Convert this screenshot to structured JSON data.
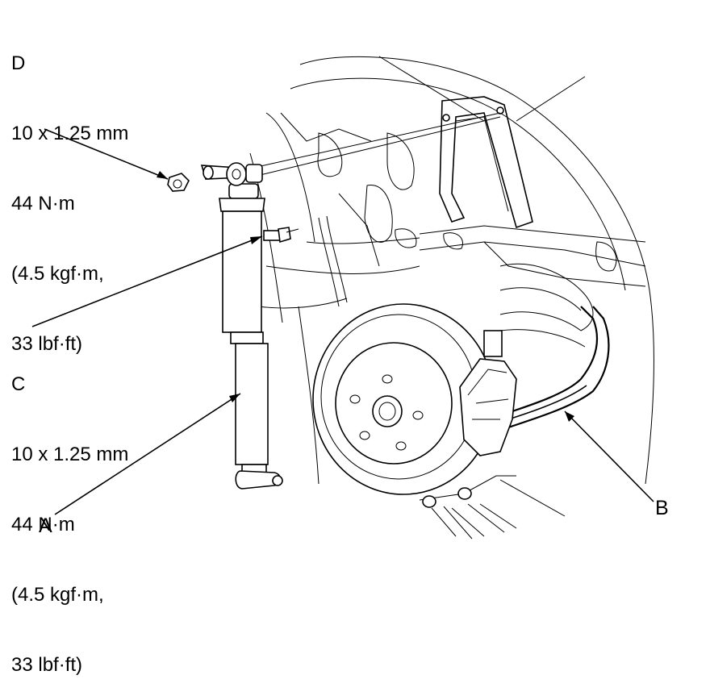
{
  "callouts": {
    "D": {
      "letter": "D",
      "size": "10 x 1.25 mm",
      "torque_nm": "44 N·m",
      "torque_kgf": "(4.5 kgf·m,",
      "torque_lbf": "33 lbf·ft)"
    },
    "C": {
      "letter": "C",
      "size": "10 x 1.25 mm",
      "torque_nm": "44 N·m",
      "torque_kgf": "(4.5 kgf·m,",
      "torque_lbf": "33 lbf·ft)"
    },
    "A": {
      "letter": "A"
    },
    "B": {
      "letter": "B"
    }
  }
}
